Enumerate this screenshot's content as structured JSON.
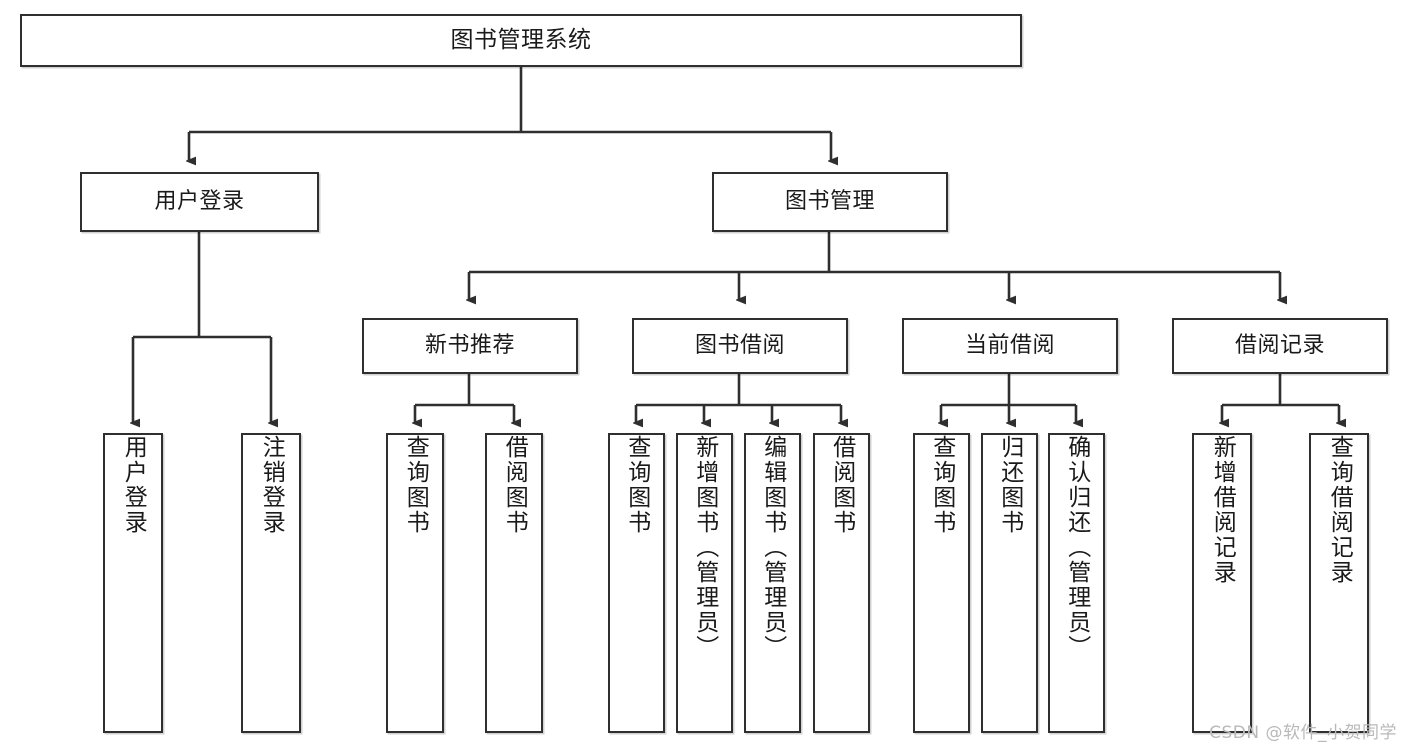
{
  "diagram": {
    "title": "图书管理系统",
    "type": "hierarchy-tree",
    "watermark": "CSDN @软件_小贺同学",
    "levels": {
      "root": {
        "label": "图书管理系统"
      },
      "level2": [
        {
          "label": "用户登录"
        },
        {
          "label": "图书管理"
        }
      ],
      "level3": [
        {
          "label": "新书推荐"
        },
        {
          "label": "图书借阅"
        },
        {
          "label": "当前借阅"
        },
        {
          "label": "借阅记录"
        }
      ],
      "leaves": {
        "user_login": [
          {
            "label": "用户登录"
          },
          {
            "label": "注销登录"
          }
        ],
        "new_book_recommend": [
          {
            "label": "查询图书"
          },
          {
            "label": "借阅图书"
          }
        ],
        "book_borrow": [
          {
            "label": "查询图书"
          },
          {
            "label": "新增图书（管理员）"
          },
          {
            "label": "编辑图书（管理员）"
          },
          {
            "label": "借阅图书"
          }
        ],
        "current_borrow": [
          {
            "label": "查询图书"
          },
          {
            "label": "归还图书"
          },
          {
            "label": "确认归还（管理员）"
          }
        ],
        "borrow_record": [
          {
            "label": "新增借阅记录"
          },
          {
            "label": "查询借阅记录"
          }
        ]
      }
    },
    "colors": {
      "border": "#2f2f2f",
      "fill": "#ffffff",
      "text": "#1a1a1a",
      "watermark": "#b9b9b9"
    }
  }
}
